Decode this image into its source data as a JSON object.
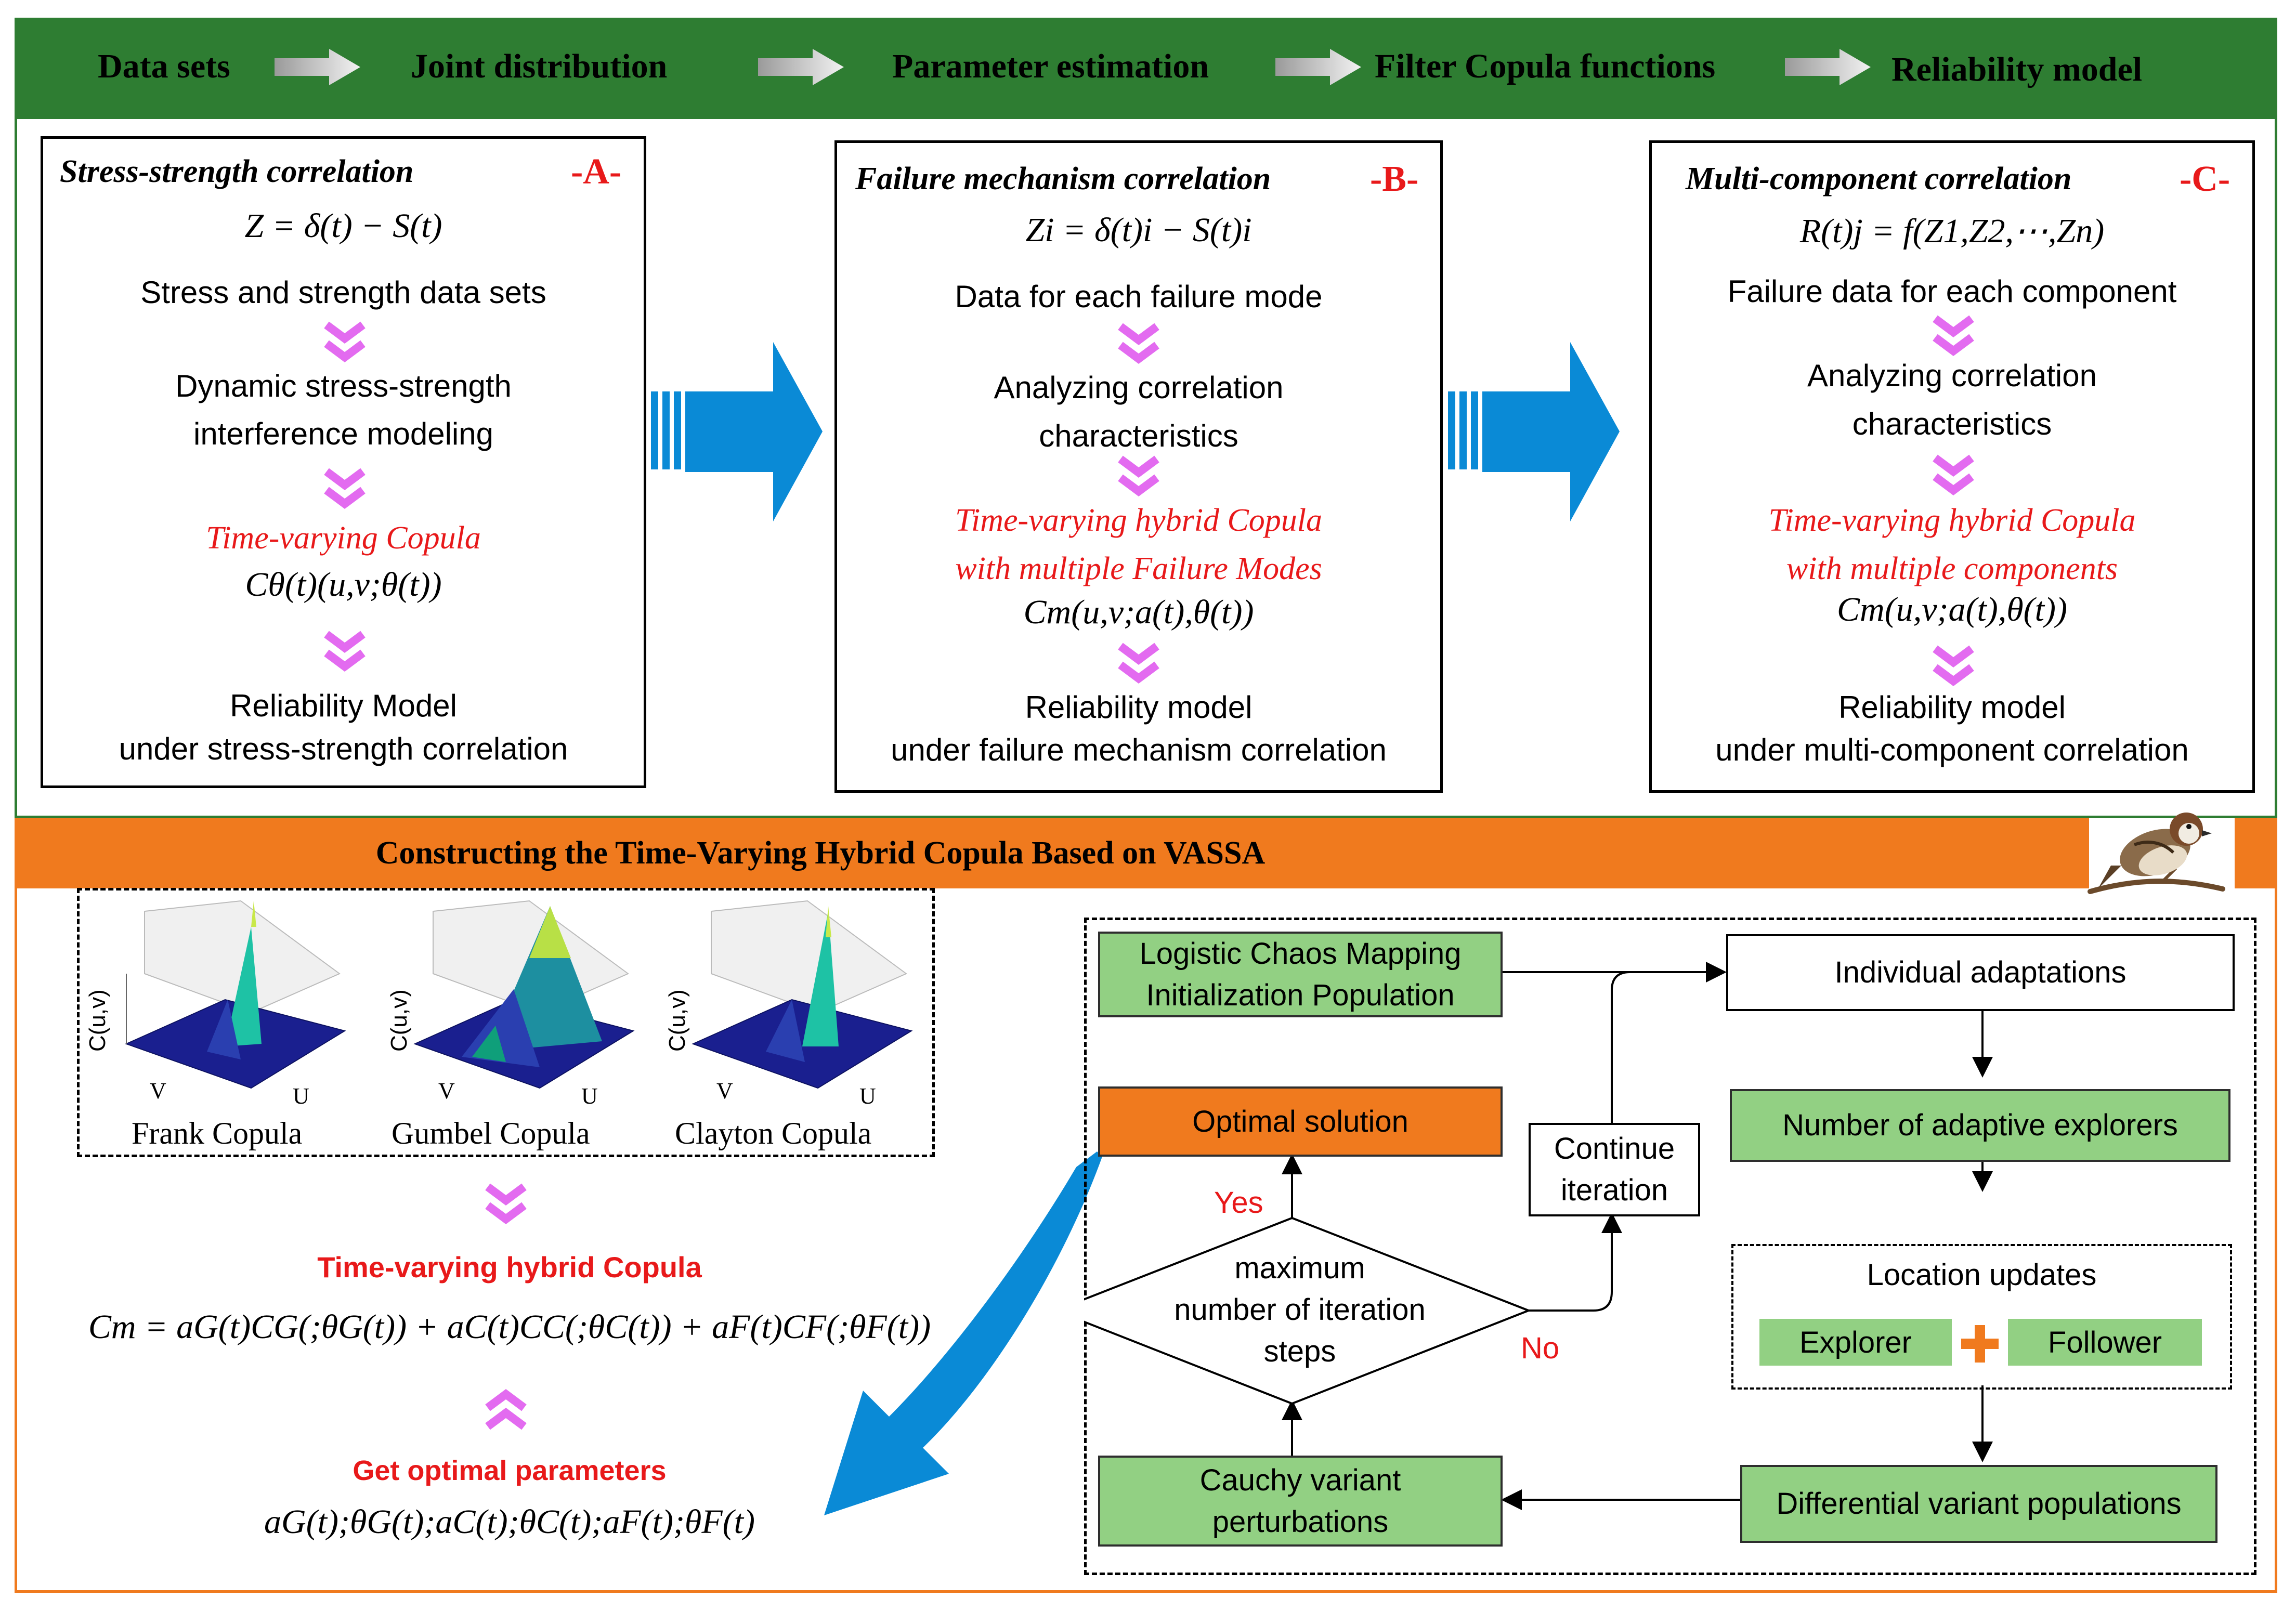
{
  "banner": {
    "steps": [
      "Data sets",
      "Joint distribution",
      "Parameter estimation",
      "Filter Copula functions",
      "Reliability model"
    ]
  },
  "colors": {
    "green": "#2e7d32",
    "orange": "#f07a1e",
    "red": "#e8191a",
    "blue_arrow": "#0a8ad6",
    "light_green": "#92d083",
    "chevron": "#e36bf0"
  },
  "panels": [
    {
      "title": "Stress-strength correlation",
      "tag": "-A-",
      "formula": "Z = δ(t) − S(t)",
      "data_text": "Stress and strength data sets",
      "step_lines": [
        "Dynamic stress-strength",
        "interference modeling"
      ],
      "red_lines": [
        "Time-varying Copula"
      ],
      "copula_formula": "Cθ(t)(u,v;θ(t))",
      "result_lines": [
        "Reliability Model",
        "under stress-strength correlation"
      ]
    },
    {
      "title": "Failure mechanism correlation",
      "tag": "-B-",
      "formula": "Zi = δ(t)i − S(t)i",
      "data_text": "Data for each failure mode",
      "step_lines": [
        "Analyzing correlation",
        "characteristics"
      ],
      "red_lines": [
        "Time-varying hybrid Copula",
        "with multiple Failure Modes"
      ],
      "copula_formula": "Cm(u,v;a(t),θ(t))",
      "result_lines": [
        "Reliability model",
        "under failure mechanism correlation"
      ]
    },
    {
      "title": "Multi-component correlation",
      "tag": "-C-",
      "formula": "R(t)j = f(Z1,Z2,⋯,Zn)",
      "data_text": "Failure data for each component",
      "step_lines": [
        "Analyzing correlation",
        "characteristics"
      ],
      "red_lines": [
        "Time-varying hybrid Copula",
        "with multiple components"
      ],
      "copula_formula": "Cm(u,v;a(t),θ(t))",
      "result_lines": [
        "Reliability model",
        "under multi-component correlation"
      ]
    }
  ],
  "section_title": "Constructing the Time-Varying Hybrid Copula Based on VASSA",
  "copulas": [
    {
      "name": "Frank Copula",
      "axis_z": "C(u,v)",
      "axis_v": "V",
      "axis_u": "U"
    },
    {
      "name": "Gumbel Copula",
      "axis_z": "C(u,v)",
      "axis_v": "V",
      "axis_u": "U"
    },
    {
      "name": "Clayton Copula",
      "axis_z": "C(u,v)",
      "axis_v": "V",
      "axis_u": "U"
    }
  ],
  "hybrid": {
    "title": "Time-varying hybrid Copula",
    "formula": "Cm = aG(t)CG(;θG(t)) + aC(t)CC(;θC(t)) + aF(t)CF(;θF(t))",
    "optimal_title": "Get optimal parameters",
    "optimal_params": "aG(t);θG(t);aC(t);θC(t);aF(t);θF(t)"
  },
  "flow": {
    "init": [
      "Logistic Chaos Mapping",
      "Initialization Population"
    ],
    "adapt": "Individual adaptations",
    "explorers": "Number of adaptive explorers",
    "location": "Location updates",
    "explorer": "Explorer",
    "follower": "Follower",
    "differential": "Differential variant populations",
    "cauchy": [
      "Cauchy variant",
      "perturbations"
    ],
    "decision": [
      "maximum",
      "number of iteration",
      "steps"
    ],
    "optimal": "Optimal solution",
    "continue": [
      "Continue",
      "iteration"
    ],
    "yes": "Yes",
    "no": "No"
  }
}
